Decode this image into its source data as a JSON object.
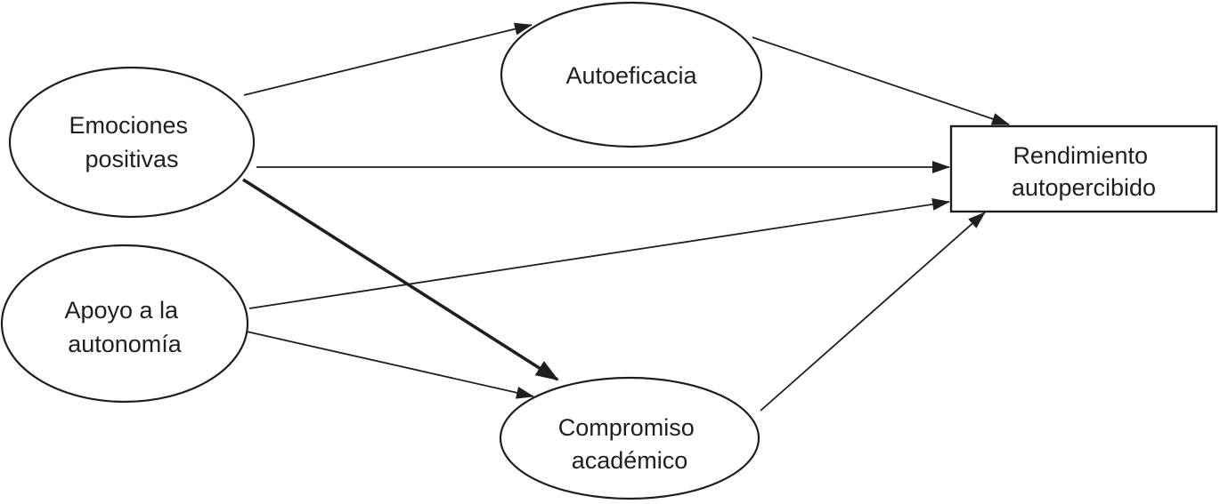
{
  "diagram": {
    "description": "Path model linking positive emotions and autonomy support to self-perceived achievement via self-efficacy and academic engagement",
    "background_color": "#ffffff",
    "ink_color": "#1f1f1f",
    "nodes": [
      {
        "id": "emociones-positivas",
        "shape": "ellipse",
        "label_lines": [
          "Emociones",
          "positivas"
        ]
      },
      {
        "id": "apoyo-autonomia",
        "shape": "ellipse",
        "label_lines": [
          "Apoyo a la",
          "autonomía"
        ]
      },
      {
        "id": "autoeficacia",
        "shape": "ellipse",
        "label_lines": [
          "Autoeficacia"
        ]
      },
      {
        "id": "compromiso-academico",
        "shape": "ellipse",
        "label_lines": [
          "Compromiso",
          "académico"
        ]
      },
      {
        "id": "rendimiento-autopercibido",
        "shape": "rectangle",
        "label_lines": [
          "Rendimiento",
          "autopercibido"
        ]
      }
    ],
    "edges": [
      {
        "from": "emociones-positivas",
        "to": "autoeficacia",
        "style": "normal",
        "arrow": "filled-triangle"
      },
      {
        "from": "autoeficacia",
        "to": "rendimiento-autopercibido",
        "style": "normal",
        "arrow": "filled-triangle"
      },
      {
        "from": "emociones-positivas",
        "to": "rendimiento-autopercibido",
        "style": "normal",
        "arrow": "filled-triangle"
      },
      {
        "from": "emociones-positivas",
        "to": "compromiso-academico",
        "style": "bold",
        "arrow": "filled-triangle"
      },
      {
        "from": "apoyo-autonomia",
        "to": "rendimiento-autopercibido",
        "style": "normal",
        "arrow": "filled-triangle"
      },
      {
        "from": "apoyo-autonomia",
        "to": "compromiso-academico",
        "style": "normal",
        "arrow": "filled-triangle"
      },
      {
        "from": "compromiso-academico",
        "to": "rendimiento-autopercibido",
        "style": "normal",
        "arrow": "filled-triangle"
      }
    ]
  }
}
